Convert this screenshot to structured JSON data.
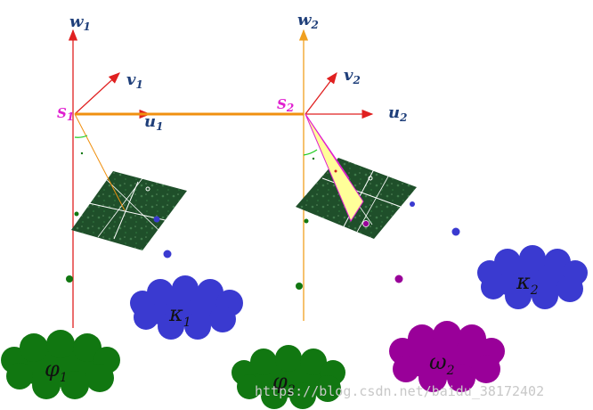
{
  "labels": {
    "w1": "w",
    "w1_sub": "1",
    "v1": "v",
    "v1_sub": "1",
    "u1": "u",
    "u1_sub": "1",
    "s1": "S",
    "s1_sub": "1",
    "w2": "w",
    "w2_sub": "2",
    "v2": "v",
    "v2_sub": "2",
    "u2": "u",
    "u2_sub": "2",
    "s2": "S",
    "s2_sub": "2",
    "kappa1": "κ",
    "kappa1_sub": "1",
    "kappa2": "κ",
    "kappa2_sub": "2",
    "phi1": "φ",
    "phi1_sub": "1",
    "phi2": "φ",
    "phi2_sub": "2",
    "omega2": "ω",
    "omega2_sub": "2"
  },
  "watermark": "https://blog.csdn.net/baidu_38172402",
  "colors": {
    "axis_red": "#e02020",
    "axis_orange": "#f0a020",
    "baseline": "#f09010",
    "kappa_cloud": "#3a3ad0",
    "phi_cloud": "#117711",
    "omega_cloud": "#990099",
    "image_plane": "#1f4f2a",
    "triangle_fill": "#ffff99",
    "triangle_stroke": "#e01fd0"
  }
}
